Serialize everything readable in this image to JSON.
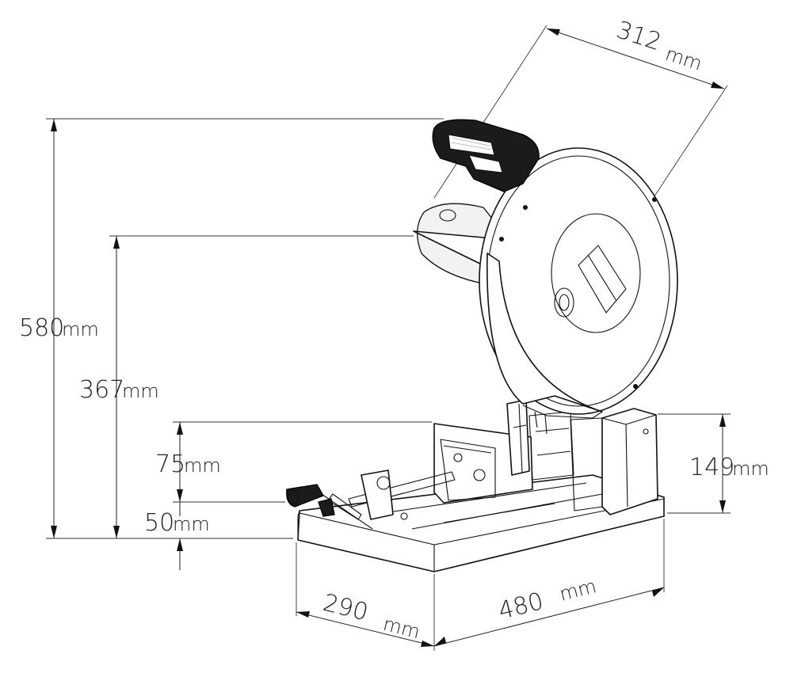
{
  "dimensions": {
    "diagonal_width": {
      "value": "312",
      "unit": "mm"
    },
    "total_height": {
      "value": "580",
      "unit": "mm"
    },
    "table_height": {
      "value": "367",
      "unit": "mm"
    },
    "vise_height": {
      "value": "75",
      "unit": "mm"
    },
    "base_height": {
      "value": "50",
      "unit": "mm"
    },
    "back_height": {
      "value": "149",
      "unit": "mm"
    },
    "base_depth": {
      "value": "290",
      "unit": "mm"
    },
    "base_length": {
      "value": "480",
      "unit": "mm"
    }
  },
  "colors": {
    "line": "#111111",
    "handle": "#1b1b1b",
    "background": "#ffffff"
  }
}
